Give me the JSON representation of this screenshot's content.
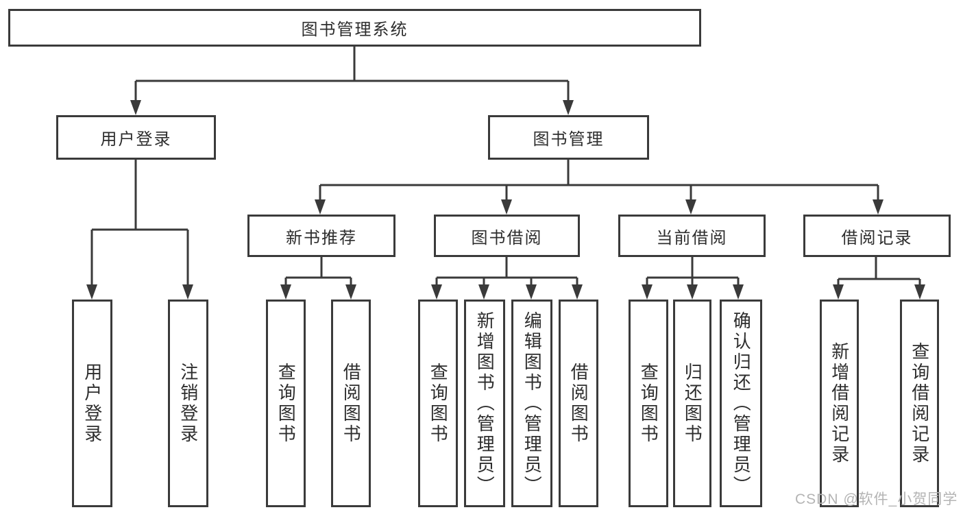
{
  "tree": {
    "root": {
      "label": "图书管理系统"
    },
    "branches": [
      {
        "label": "用户登录",
        "children": [
          {
            "label": "用户登录"
          },
          {
            "label": "注销登录"
          }
        ]
      },
      {
        "label": "图书管理",
        "children": [
          {
            "label": "新书推荐",
            "children": [
              {
                "label": "查询图书"
              },
              {
                "label": "借阅图书"
              }
            ]
          },
          {
            "label": "图书借阅",
            "children": [
              {
                "label": "查询图书"
              },
              {
                "label": "新增图书（管理员）"
              },
              {
                "label": "编辑图书（管理员）"
              },
              {
                "label": "借阅图书"
              }
            ]
          },
          {
            "label": "当前借阅",
            "children": [
              {
                "label": "查询图书"
              },
              {
                "label": "归还图书"
              },
              {
                "label": "确认归还（管理员）"
              }
            ]
          },
          {
            "label": "借阅记录",
            "children": [
              {
                "label": "新增借阅记录"
              },
              {
                "label": "查询借阅记录"
              }
            ]
          }
        ]
      }
    ]
  },
  "watermark": {
    "text": "CSDN @软件_小贺同学"
  },
  "colors": {
    "line": "#3a3a3a",
    "text": "#2d2d2d",
    "background": "#ffffff",
    "watermark": "#b4b4b4"
  }
}
